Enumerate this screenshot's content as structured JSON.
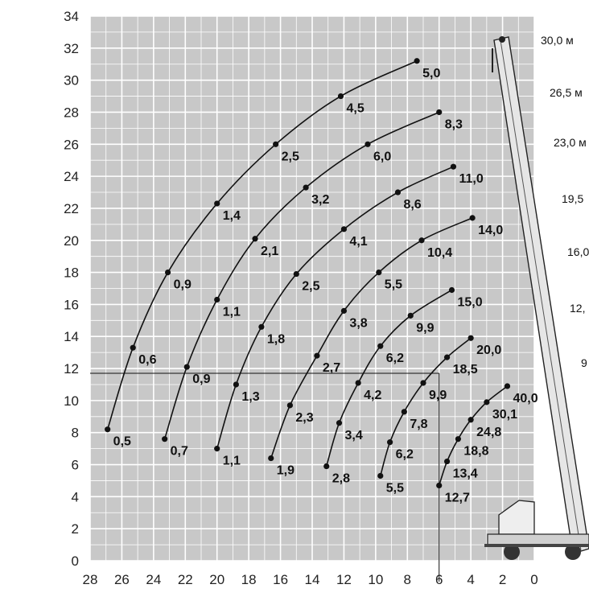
{
  "colors": {
    "plot_background": "#c8c8c8",
    "grid": "#ffffff",
    "curves": "#111111",
    "page": "#ffffff"
  },
  "chart_data": {
    "type": "line",
    "title": "",
    "xlabel": "",
    "ylabel": "",
    "xlim": [
      28,
      0
    ],
    "ylim": [
      0,
      34
    ],
    "x_ticks": [
      "28",
      "26",
      "24",
      "22",
      "20",
      "18",
      "16",
      "14",
      "12",
      "10",
      "8",
      "6",
      "4",
      "2",
      "0"
    ],
    "y_ticks": [
      "0",
      "2",
      "4",
      "6",
      "8",
      "10",
      "12",
      "14",
      "16",
      "18",
      "20",
      "22",
      "24",
      "26",
      "28",
      "30",
      "32",
      "34"
    ],
    "grid": true,
    "x_reversed": true,
    "reference_lines": {
      "x": 6,
      "y": 11.7
    },
    "boom_lengths": [
      "30,0 м",
      "26,5 м",
      "23,0 м",
      "19,5",
      "16,0",
      "12,",
      "9"
    ],
    "series": [
      {
        "points": [
          {
            "x": 26.9,
            "y": 8.2,
            "label": "0,5"
          },
          {
            "x": 25.3,
            "y": 13.3,
            "label": "0,6"
          },
          {
            "x": 23.1,
            "y": 18.0,
            "label": "0,9"
          },
          {
            "x": 20.0,
            "y": 22.3,
            "label": "1,4"
          },
          {
            "x": 16.3,
            "y": 26.0,
            "label": "2,5"
          },
          {
            "x": 12.2,
            "y": 29.0,
            "label": "4,5"
          },
          {
            "x": 7.4,
            "y": 31.2,
            "label": "5,0"
          }
        ]
      },
      {
        "points": [
          {
            "x": 23.3,
            "y": 7.6,
            "label": "0,7"
          },
          {
            "x": 21.9,
            "y": 12.1,
            "label": "0,9"
          },
          {
            "x": 20.0,
            "y": 16.3,
            "label": "1,1"
          },
          {
            "x": 17.6,
            "y": 20.1,
            "label": "2,1"
          },
          {
            "x": 14.4,
            "y": 23.3,
            "label": "3,2"
          },
          {
            "x": 10.5,
            "y": 26.0,
            "label": "6,0"
          },
          {
            "x": 6.0,
            "y": 28.0,
            "label": "8,3"
          }
        ]
      },
      {
        "points": [
          {
            "x": 20.0,
            "y": 7.0,
            "label": "1,1"
          },
          {
            "x": 18.8,
            "y": 11.0,
            "label": "1,3"
          },
          {
            "x": 17.2,
            "y": 14.6,
            "label": "1,8"
          },
          {
            "x": 15.0,
            "y": 17.9,
            "label": "2,5"
          },
          {
            "x": 12.0,
            "y": 20.7,
            "label": "4,1"
          },
          {
            "x": 8.6,
            "y": 23.0,
            "label": "8,6"
          },
          {
            "x": 5.1,
            "y": 24.6,
            "label": "11,0"
          }
        ]
      },
      {
        "points": [
          {
            "x": 16.6,
            "y": 6.4,
            "label": "1,9"
          },
          {
            "x": 15.4,
            "y": 9.7,
            "label": "2,3"
          },
          {
            "x": 13.7,
            "y": 12.8,
            "label": "2,7"
          },
          {
            "x": 12.0,
            "y": 15.6,
            "label": "3,8"
          },
          {
            "x": 9.8,
            "y": 18.0,
            "label": "5,5"
          },
          {
            "x": 7.1,
            "y": 20.0,
            "label": "10,4"
          },
          {
            "x": 3.9,
            "y": 21.4,
            "label": "14,0"
          }
        ]
      },
      {
        "points": [
          {
            "x": 13.1,
            "y": 5.9,
            "label": "2,8"
          },
          {
            "x": 12.3,
            "y": 8.6,
            "label": "3,4"
          },
          {
            "x": 11.1,
            "y": 11.1,
            "label": "4,2"
          },
          {
            "x": 9.7,
            "y": 13.4,
            "label": "6,2"
          },
          {
            "x": 7.8,
            "y": 15.3,
            "label": "9,9"
          },
          {
            "x": 5.2,
            "y": 16.9,
            "label": "15,0"
          }
        ]
      },
      {
        "points": [
          {
            "x": 9.7,
            "y": 5.3,
            "label": "5,5"
          },
          {
            "x": 9.1,
            "y": 7.4,
            "label": "6,2"
          },
          {
            "x": 8.2,
            "y": 9.3,
            "label": "7,8"
          },
          {
            "x": 7.0,
            "y": 11.1,
            "label": "9,9"
          },
          {
            "x": 5.5,
            "y": 12.7,
            "label": "18,5"
          },
          {
            "x": 4.0,
            "y": 13.9,
            "label": "20,0"
          }
        ]
      },
      {
        "points": [
          {
            "x": 6.0,
            "y": 4.7,
            "label": "12,7"
          },
          {
            "x": 5.5,
            "y": 6.2,
            "label": "13,4"
          },
          {
            "x": 4.8,
            "y": 7.6,
            "label": "18,8"
          },
          {
            "x": 4.0,
            "y": 8.8,
            "label": "24,8"
          },
          {
            "x": 3.0,
            "y": 9.9,
            "label": "30,1"
          },
          {
            "x": 1.7,
            "y": 10.9,
            "label": "40,0"
          }
        ]
      }
    ]
  }
}
